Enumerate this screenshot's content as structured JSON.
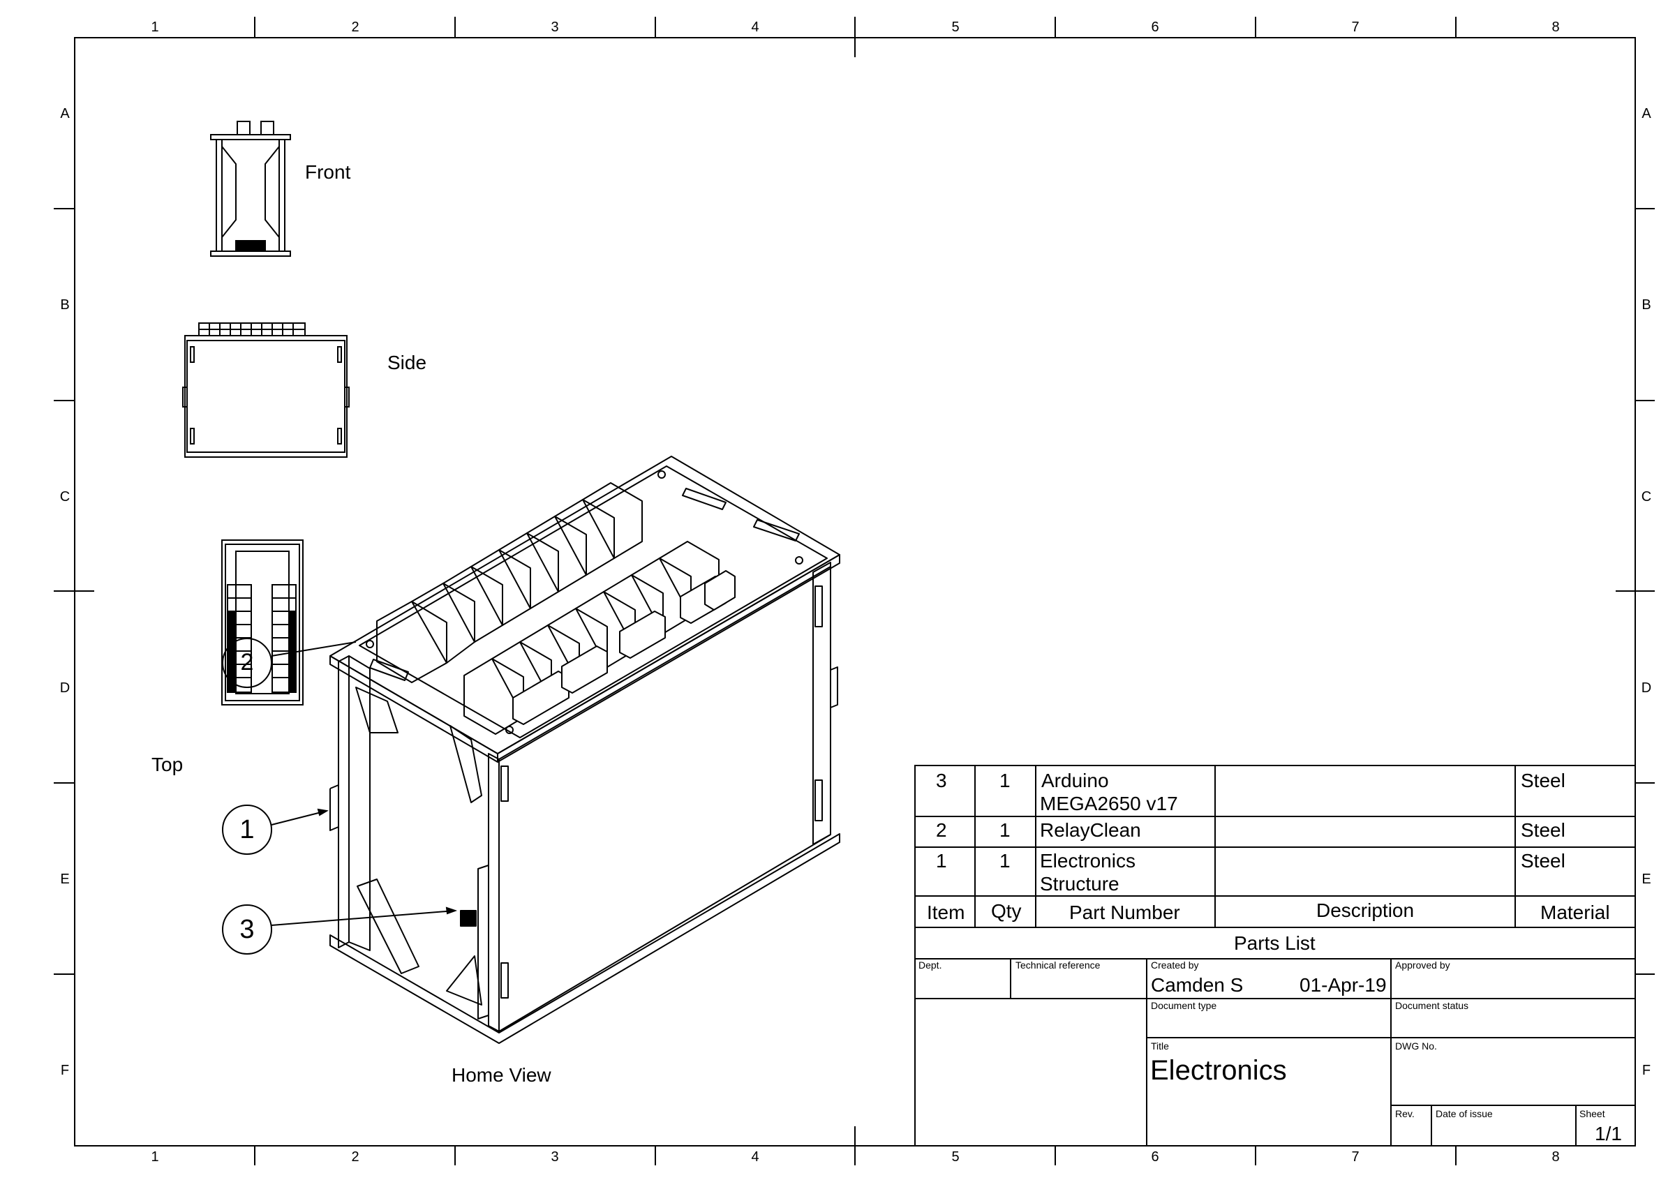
{
  "border": {
    "columns": [
      "1",
      "2",
      "3",
      "4",
      "5",
      "6",
      "7",
      "8"
    ],
    "rows": [
      "A",
      "B",
      "C",
      "D",
      "E",
      "F"
    ]
  },
  "views": {
    "front": "Front",
    "side": "Side",
    "top": "Top",
    "home": "Home View"
  },
  "balloons": [
    "1",
    "2",
    "3"
  ],
  "parts_list": {
    "title": "Parts List",
    "headers": {
      "item": "Item",
      "qty": "Qty",
      "part_number": "Part Number",
      "description": "Description",
      "material": "Material"
    },
    "rows": [
      {
        "item": "3",
        "qty": "1",
        "part_line1": "Arduino",
        "part_line2": "MEGA2650 v17",
        "description": "",
        "material": "Steel"
      },
      {
        "item": "2",
        "qty": "1",
        "part_line1": "RelayClean",
        "part_line2": "",
        "description": "",
        "material": "Steel"
      },
      {
        "item": "1",
        "qty": "1",
        "part_line1": "Electronics",
        "part_line2": "Structure",
        "description": "",
        "material": "Steel"
      }
    ]
  },
  "title_block": {
    "dept_label": "Dept.",
    "tech_ref_label": "Technical reference",
    "created_by_label": "Created by",
    "created_by": "Camden S",
    "created_date": "01-Apr-19",
    "approved_by_label": "Approved by",
    "doc_type_label": "Document type",
    "doc_status_label": "Document status",
    "title_label": "Title",
    "title": "Electronics",
    "dwg_no_label": "DWG No.",
    "rev_label": "Rev.",
    "date_issue_label": "Date of issue",
    "sheet_label": "Sheet",
    "sheet": "1/1"
  }
}
